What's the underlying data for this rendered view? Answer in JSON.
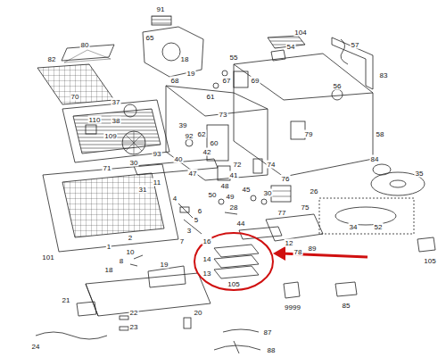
{
  "diagram": {
    "labels": [
      "80",
      "91",
      "104",
      "57",
      "82",
      "65",
      "18",
      "19",
      "54",
      "83",
      "68",
      "55",
      "56",
      "61",
      "67",
      "69",
      "37",
      "38",
      "58",
      "70",
      "110",
      "109",
      "71",
      "39",
      "73",
      "92",
      "62",
      "60",
      "40",
      "79",
      "30",
      "93",
      "42",
      "47",
      "11",
      "31",
      "48",
      "72",
      "74",
      "84",
      "35",
      "26",
      "75",
      "76",
      "4",
      "41",
      "50",
      "49",
      "45",
      "30",
      "28",
      "6",
      "5",
      "3",
      "7",
      "2",
      "1",
      "101",
      "44",
      "12",
      "77",
      "34",
      "52",
      "89",
      "78",
      "105",
      "16",
      "14",
      "13",
      "9999",
      "105",
      "85",
      "10",
      "8",
      "19",
      "18",
      "21",
      "22",
      "23",
      "20",
      "24",
      "87",
      "88"
    ]
  }
}
